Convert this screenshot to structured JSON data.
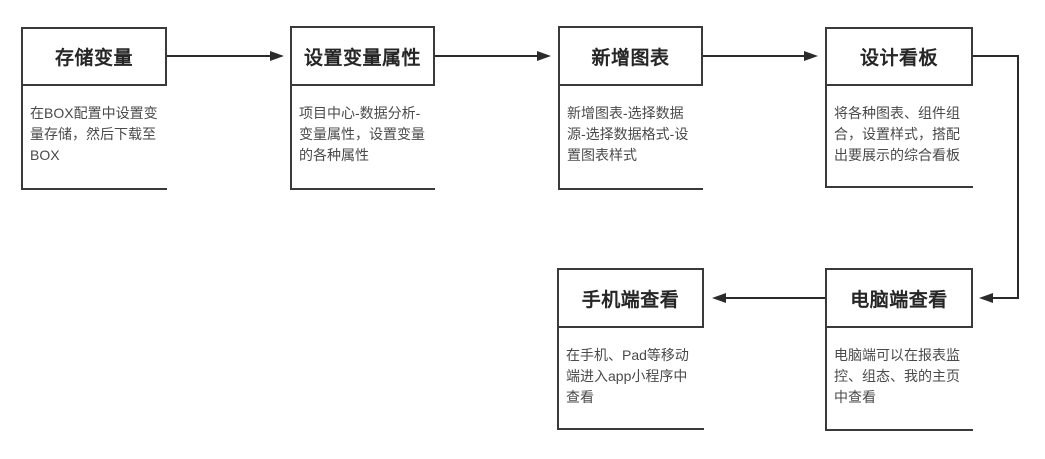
{
  "diagram": {
    "background_color": "#ffffff",
    "border_color": "#3a3a3a",
    "title_text_color": "#262626",
    "body_text_color": "#4a4a4a",
    "connector_color": "#2b2b2b",
    "nodes": [
      {
        "id": "store-variables",
        "title": "存储变量",
        "description": "在BOX配置中设置变\n量存储，然后下载至\nBOX"
      },
      {
        "id": "set-variable-properties",
        "title": "设置变量属性",
        "description": "项目中心-数据分析-\n变量属性，设置变量\n的各种属性"
      },
      {
        "id": "add-chart",
        "title": "新增图表",
        "description": "新增图表-选择数据\n源-选择数据格式-设\n置图表样式"
      },
      {
        "id": "design-dashboard",
        "title": "设计看板",
        "description": "将各种图表、组件组\n合，设置样式，搭配\n出要展示的综合看板"
      },
      {
        "id": "mobile-view",
        "title": "手机端查看",
        "description": "在手机、Pad等移动\n端进入app小程序中\n查看"
      },
      {
        "id": "pc-view",
        "title": "电脑端查看",
        "description": "电脑端可以在报表监\n控、组态、我的主页\n中查看"
      }
    ],
    "connectors": [
      {
        "from": "store-variables",
        "to": "set-variable-properties",
        "direction": "right"
      },
      {
        "from": "set-variable-properties",
        "to": "add-chart",
        "direction": "right"
      },
      {
        "from": "add-chart",
        "to": "design-dashboard",
        "direction": "right"
      },
      {
        "from": "design-dashboard",
        "to": "pc-view",
        "direction": "elbow-right-down-left"
      },
      {
        "from": "pc-view",
        "to": "mobile-view",
        "direction": "left"
      }
    ]
  }
}
